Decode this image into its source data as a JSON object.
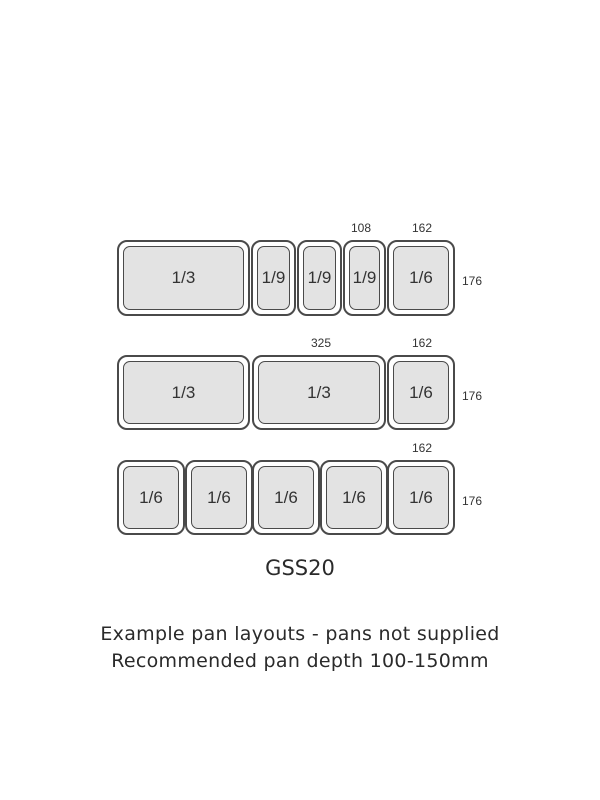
{
  "layouts": [
    {
      "pans": [
        "1/3",
        "1/9",
        "1/9",
        "1/9",
        "1/6"
      ],
      "top_dims": [
        "108",
        "162"
      ],
      "side_dim": "176"
    },
    {
      "pans": [
        "1/3",
        "1/3",
        "1/6"
      ],
      "top_dims": [
        "325",
        "162"
      ],
      "side_dim": "176"
    },
    {
      "pans": [
        "1/6",
        "1/6",
        "1/6",
        "1/6",
        "1/6"
      ],
      "top_dims": [
        "162"
      ],
      "side_dim": "176"
    }
  ],
  "model": "GSS20",
  "notes": {
    "line1": "Example pan layouts - pans not supplied",
    "line2": "Recommended pan depth 100-150mm"
  },
  "colors": {
    "pan_fill": "#e3e3e3",
    "pan_outline": "#4a4a4a"
  }
}
